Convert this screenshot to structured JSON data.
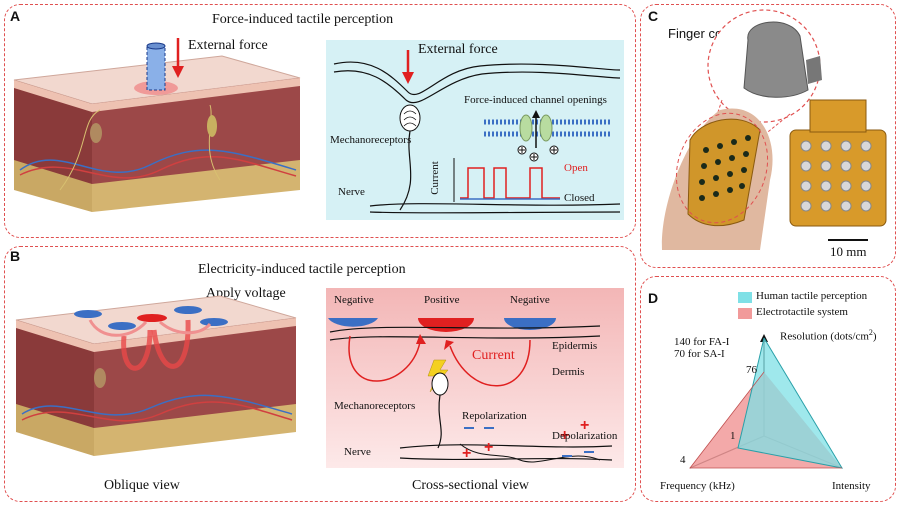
{
  "panel_a": {
    "label": "A",
    "title": "Force-induced tactile perception",
    "skin_force_label": "External force",
    "cross": {
      "force_label": "External force",
      "channel_label": "Force-induced channel openings",
      "mechanoreceptors": "Mechanoreceptors",
      "nerve": "Nerve",
      "current_axis": "Current",
      "open": "Open",
      "closed": "Closed"
    }
  },
  "panel_b": {
    "label": "B",
    "title": "Electricity-induced tactile perception",
    "apply_voltage": "Apply voltage",
    "oblique_view": "Oblique view",
    "cross_view": "Cross-sectional view",
    "cross": {
      "negative_left": "Negative",
      "positive": "Positive",
      "negative_right": "Negative",
      "epidermis": "Epidermis",
      "dermis": "Dermis",
      "current": "Current",
      "mechanoreceptors": "Mechanoreceptors",
      "repolarization": "Repolarization",
      "depolarization": "Depolarization",
      "nerve": "Nerve"
    }
  },
  "panel_c": {
    "label": "C",
    "finger_cot": "Finger cot",
    "scale": "10 mm"
  },
  "panel_d": {
    "label": "D",
    "legend_human": "Human tactile perception",
    "legend_electro": "Electrotactile system",
    "resolution_axis": "Resolution (dots/cm",
    "resolution_sup": "2",
    "resolution_close": ")",
    "fa_note": "140 for FA-I",
    "sa_note": "70 for SA-I",
    "frequency_axis": "Frequency (kHz)",
    "intensity_axis": "Intensity",
    "tick_76": "76",
    "tick_1": "1",
    "tick_4": "4"
  },
  "colors": {
    "panel_border": "#e05050",
    "human": "#7fe0e6",
    "electro": "#f19a9a",
    "current_red": "#e02020",
    "electrode_blue": "#3b6fc4"
  }
}
